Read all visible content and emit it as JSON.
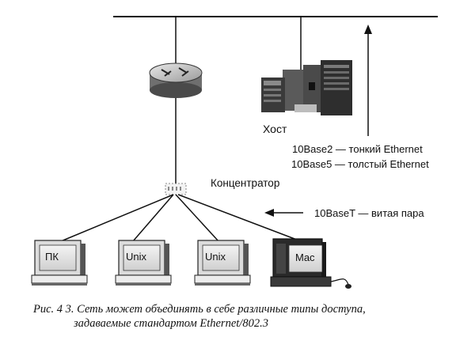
{
  "labels": {
    "host": "Хост",
    "concentrator": "Концентратор",
    "thin_ethernet": "10Base2 — тонкий Ethernet",
    "thick_ethernet": "10Base5 — толстый Ethernet",
    "twisted_pair": "10BaseT — витая пара"
  },
  "computers": [
    {
      "label": "ПК"
    },
    {
      "label": "Unix"
    },
    {
      "label": "Unix"
    },
    {
      "label": "Mac"
    }
  ],
  "caption": {
    "line1": "Рис. 4 3. Сеть может объединять в себе различные типы доступа,",
    "line2": "задаваемые стандартом Ethernet/802.3"
  }
}
